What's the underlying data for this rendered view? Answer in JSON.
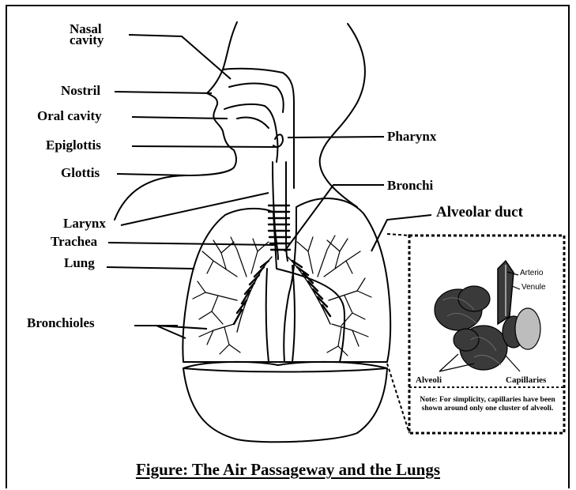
{
  "labels": {
    "nasal_cavity_l1": "Nasal",
    "nasal_cavity_l2": "cavity",
    "nostril": "Nostril",
    "oral_cavity": "Oral cavity",
    "epiglottis": "Epiglottis",
    "glottis": "Glottis",
    "larynx": "Larynx",
    "trachea": "Trachea",
    "lung": "Lung",
    "bronchioles": "Bronchioles",
    "pharynx": "Pharynx",
    "bronchi": "Bronchi",
    "alveolar_duct": "Alveolar duct"
  },
  "inset": {
    "arterio": "Arterio",
    "venule": "Venule",
    "alveoli": "Alveoli",
    "capillaries": "Capillaries",
    "note": "Note: For simplicity, capillaries have been shown around only one cluster of alveoli."
  },
  "caption": "Figure: The Air Passageway and the Lungs",
  "colors": {
    "ink": "#000000",
    "dark_tissue": "#3a3a3a",
    "light_tissue": "#bdbdbd"
  }
}
